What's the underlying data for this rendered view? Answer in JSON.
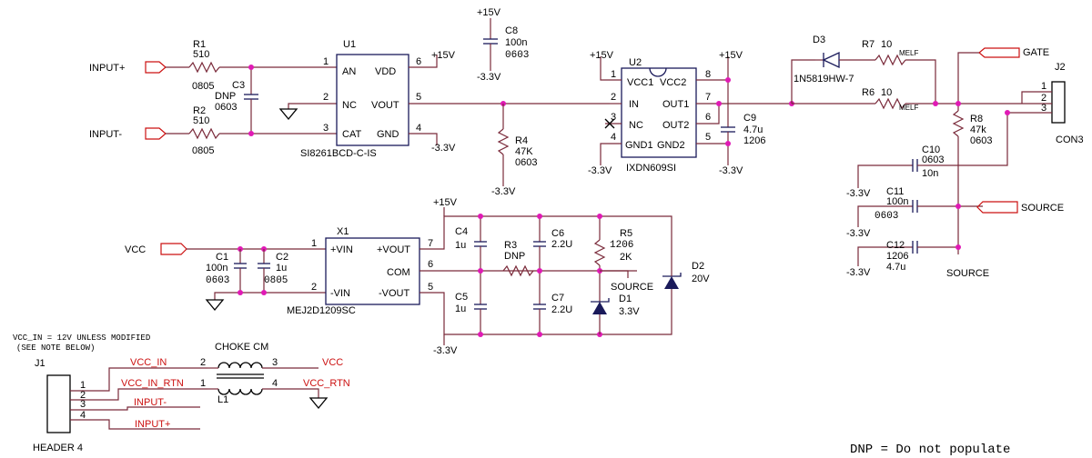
{
  "labels": {
    "input_plus": "INPUT+",
    "input_minus": "INPUT-",
    "vcc": "VCC",
    "gate": "GATE",
    "source": "SOURCE",
    "p15": "+15V",
    "m33": "-3.3V",
    "vcc_in": "VCC_IN",
    "vcc_in_rtn": "VCC_IN_RTN",
    "vcc_rtn": "VCC_RTN"
  },
  "note": {
    "line1": "VCC_IN = 12V UNLESS MODIFIED",
    "line2": "(SEE NOTE BELOW)",
    "dnp": "DNP = Do not populate"
  },
  "r1": {
    "ref": "R1",
    "value": "510",
    "pkg": "0805"
  },
  "r2": {
    "ref": "R2",
    "value": "510",
    "pkg": "0805"
  },
  "c3": {
    "ref": "C3",
    "value": "DNP",
    "pkg": "0603"
  },
  "u1": {
    "ref": "U1",
    "part": "SI8261BCD-C-IS",
    "pins": {
      "an": "AN",
      "nc": "NC",
      "cat": "CAT",
      "vdd": "VDD",
      "vout": "VOUT",
      "gnd": "GND"
    },
    "nums": {
      "p1": "1",
      "p2": "2",
      "p3": "3",
      "p4": "4",
      "p5": "5",
      "p6": "6"
    }
  },
  "c8": {
    "ref": "C8",
    "value": "100n",
    "pkg": "0603"
  },
  "r4": {
    "ref": "R4",
    "value": "47K",
    "pkg": "0603"
  },
  "u2": {
    "ref": "U2",
    "part": "IXDN609SI",
    "pins": {
      "vcc1": "VCC1",
      "vcc2": "VCC2",
      "in": "IN",
      "out1": "OUT1",
      "nc": "NC",
      "out2": "OUT2",
      "gnd1": "GND1",
      "gnd2": "GND2"
    },
    "nums": {
      "p1": "1",
      "p2": "2",
      "p3": "3",
      "p4": "4",
      "p5": "5",
      "p6": "6",
      "p7": "7",
      "p8": "8"
    }
  },
  "c9": {
    "ref": "C9",
    "value": "4.7u",
    "pkg": "1206"
  },
  "d3": {
    "ref": "D3",
    "part": "1N5819HW-7"
  },
  "r7": {
    "ref": "R7",
    "value": "10",
    "pkg": "MELF"
  },
  "r6": {
    "ref": "R6",
    "value": "10",
    "pkg": "MELF"
  },
  "r8": {
    "ref": "R8",
    "value": "47k",
    "pkg": "0603"
  },
  "j2": {
    "ref": "J2",
    "part": "CON3",
    "p1": "1",
    "p2": "2",
    "p3": "3"
  },
  "c10": {
    "ref": "C10",
    "value": "10n",
    "pkg": "0603"
  },
  "c11": {
    "ref": "C11",
    "value": "100n",
    "pkg": "0603"
  },
  "c12": {
    "ref": "C12",
    "value": "4.7u",
    "pkg": "1206"
  },
  "x1": {
    "ref": "X1",
    "part": "MEJ2D1209SC",
    "pins": {
      "pvin": "+VIN",
      "mvin": "-VIN",
      "pvout": "+VOUT",
      "com": "COM",
      "mvout": "-VOUT"
    },
    "nums": {
      "p1": "1",
      "p2": "2",
      "p5": "5",
      "p6": "6",
      "p7": "7"
    }
  },
  "c1": {
    "ref": "C1",
    "value": "100n",
    "pkg": "0603"
  },
  "c2": {
    "ref": "C2",
    "value": "1u",
    "pkg": "0805"
  },
  "c4": {
    "ref": "C4",
    "value": "1u"
  },
  "c5": {
    "ref": "C5",
    "value": "1u"
  },
  "r3": {
    "ref": "R3",
    "value": "DNP"
  },
  "c6": {
    "ref": "C6",
    "value": "2.2U"
  },
  "c7": {
    "ref": "C7",
    "value": "2.2U"
  },
  "r5": {
    "ref": "R5",
    "value": "2K",
    "pkg": "1206"
  },
  "d1": {
    "ref": "D1",
    "value": "3.3V"
  },
  "d2": {
    "ref": "D2",
    "value": "20V"
  },
  "j1": {
    "ref": "J1",
    "part": "HEADER 4",
    "p1": "1",
    "p2": "2",
    "p3": "3",
    "p4": "4"
  },
  "l1": {
    "ref": "L1",
    "part": "CHOKE CM",
    "p1": "1",
    "p2": "2",
    "p3": "3",
    "p4": "4"
  }
}
